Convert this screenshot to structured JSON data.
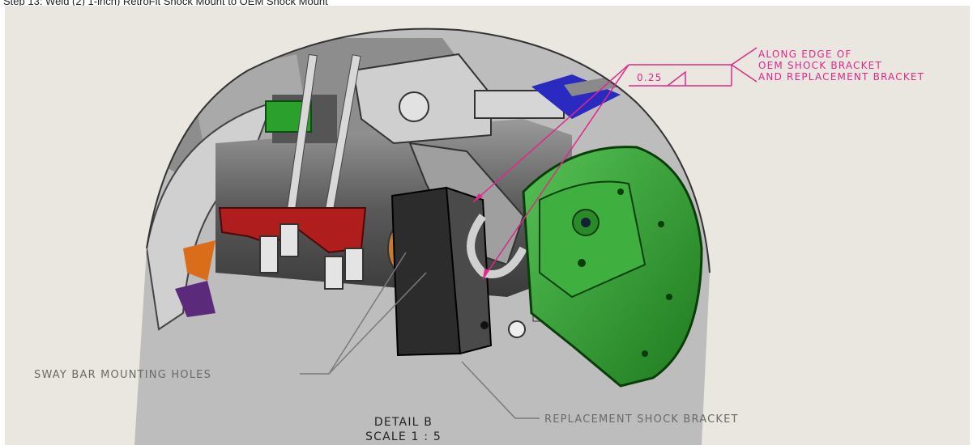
{
  "step_heading": "Step 13: Weld (2) 1-inch) RetroFit Shock Mount to OEM Shock Mount",
  "weld_note": {
    "size": "0.25",
    "line1": "ALONG EDGE OF",
    "line2": "OEM SHOCK BRACKET",
    "line3": "AND REPLACEMENT BRACKET",
    "color": "#e0288c"
  },
  "callouts": {
    "sway_bar": "SWAY BAR MOUNTING HOLES",
    "replacement_bracket": "REPLACEMENT SHOCK BRACKET"
  },
  "detail": {
    "title": "DETAIL B",
    "scale": "SCALE 1 : 5"
  },
  "colors": {
    "background": "#e9e7df",
    "differential": "#2ea02e",
    "sway_bar_bracket": "#b01d1d",
    "bushing": "#2fbf2f",
    "shock_spring": "#2a2ac0",
    "bracket": "#2c2c2c"
  }
}
